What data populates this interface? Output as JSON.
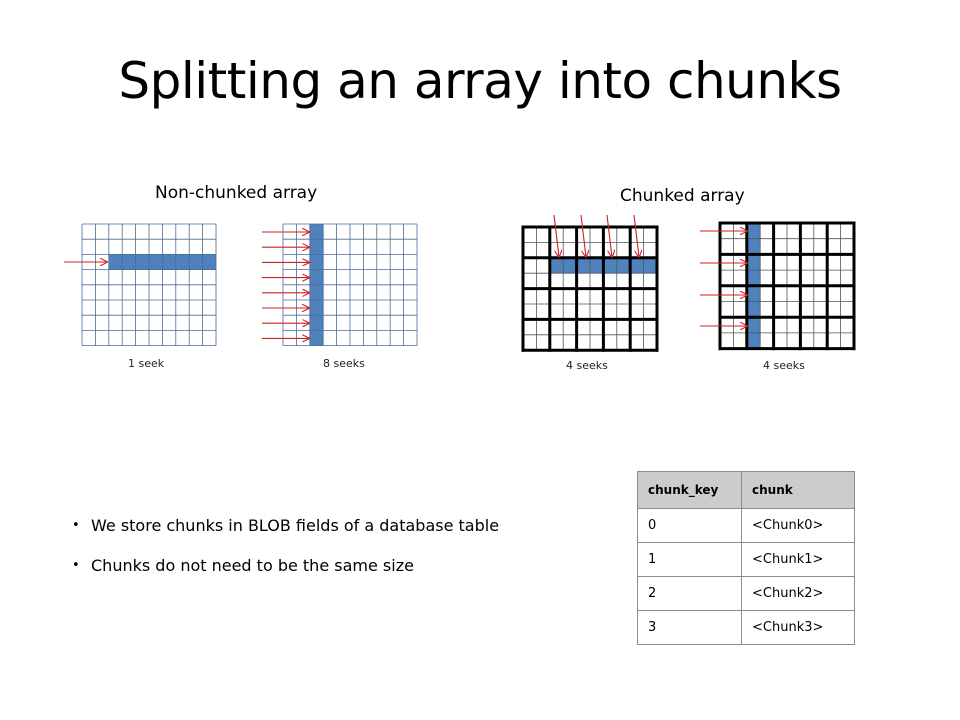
{
  "slide": {
    "title": "Splitting an array into chunks"
  },
  "labels": {
    "non_chunked": "Non-chunked array",
    "chunked": "Chunked array"
  },
  "captions": [
    "1 seek",
    "8 seeks",
    "4 seeks",
    "4 seeks"
  ],
  "bullets": [
    "We store chunks in BLOB fields of a database table",
    "Chunks do not need to be the same size"
  ],
  "table": {
    "headers": [
      "chunk_key",
      "chunk"
    ],
    "rows": [
      [
        "0",
        "<Chunk0>"
      ],
      [
        "1",
        "<Chunk1>"
      ],
      [
        "2",
        "<Chunk2>"
      ],
      [
        "3",
        "<Chunk3>"
      ]
    ]
  },
  "colors": {
    "highlight": "#4f81bd",
    "arrow": "#cc2222",
    "grid_line": "#4a6c9a",
    "header_fill": "#cccccc"
  }
}
